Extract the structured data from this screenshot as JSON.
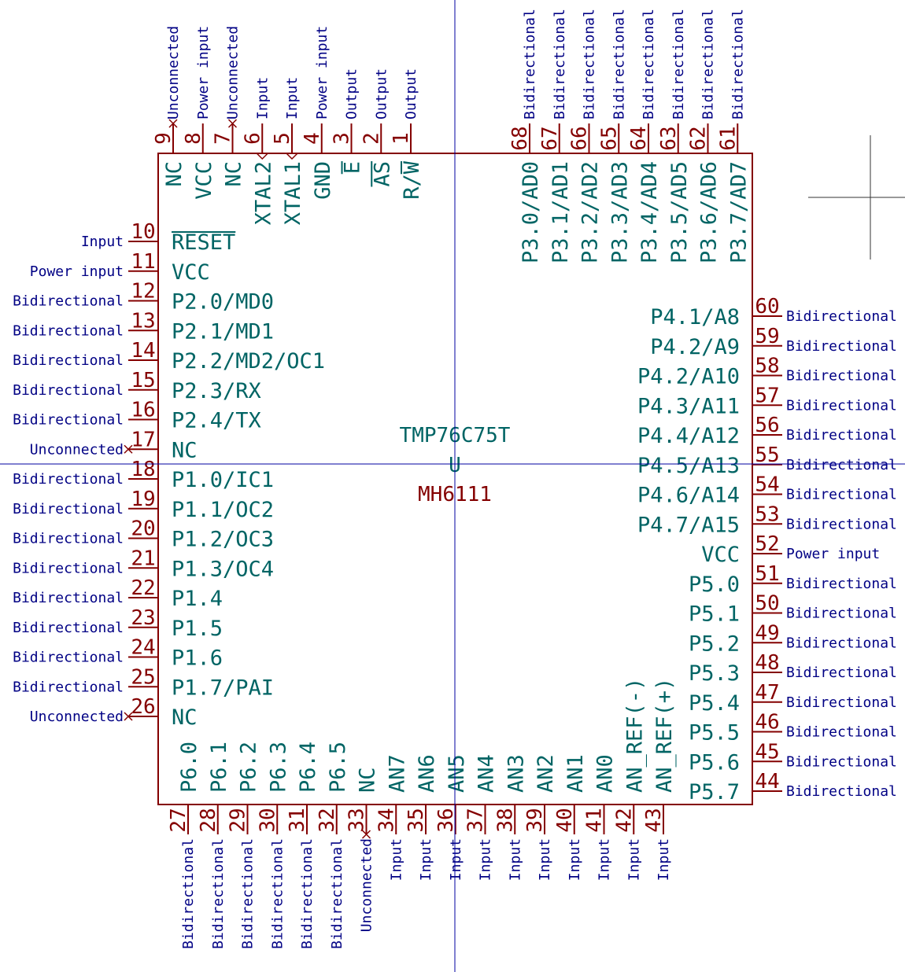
{
  "component": {
    "value": "TMP76C75T",
    "unit": "U",
    "reference": "MH6111"
  },
  "colors": {
    "body": "#840000",
    "pin_name": "#006464",
    "pin_number": "#840000",
    "pin_type": "#000084",
    "cursor": "#0000a0"
  },
  "pins": {
    "top": [
      {
        "num": "9",
        "name": "NC",
        "type": "Unconnected",
        "nc": true
      },
      {
        "num": "8",
        "name": "VCC",
        "type": "Power input"
      },
      {
        "num": "7",
        "name": "NC",
        "type": "Unconnected",
        "nc": true
      },
      {
        "num": "6",
        "name": "XTAL2",
        "type": "Input",
        "clock": true
      },
      {
        "num": "5",
        "name": "XTAL1",
        "type": "Input",
        "clock": true
      },
      {
        "num": "4",
        "name": "GND",
        "type": "Power input"
      },
      {
        "num": "3",
        "name": "E",
        "bar": "E",
        "type": "Output"
      },
      {
        "num": "2",
        "name": "AS",
        "bar": "AS",
        "type": "Output"
      },
      {
        "num": "1",
        "name": "R/W",
        "bar": "W",
        "type": "Output"
      }
    ],
    "top_right": [
      {
        "num": "68",
        "name": "P3.0/AD0",
        "type": "Bidirectional"
      },
      {
        "num": "67",
        "name": "P3.1/AD1",
        "type": "Bidirectional"
      },
      {
        "num": "66",
        "name": "P3.2/AD2",
        "type": "Bidirectional"
      },
      {
        "num": "65",
        "name": "P3.3/AD3",
        "type": "Bidirectional"
      },
      {
        "num": "64",
        "name": "P3.4/AD4",
        "type": "Bidirectional"
      },
      {
        "num": "63",
        "name": "P3.5/AD5",
        "type": "Bidirectional"
      },
      {
        "num": "62",
        "name": "P3.6/AD6",
        "type": "Bidirectional"
      },
      {
        "num": "61",
        "name": "P3.7/AD7",
        "type": "Bidirectional"
      }
    ],
    "left": [
      {
        "num": "10",
        "name": "RESET",
        "bar": "RESET",
        "type": "Input"
      },
      {
        "num": "11",
        "name": "VCC",
        "type": "Power input"
      },
      {
        "num": "12",
        "name": "P2.0/MD0",
        "type": "Bidirectional"
      },
      {
        "num": "13",
        "name": "P2.1/MD1",
        "type": "Bidirectional"
      },
      {
        "num": "14",
        "name": "P2.2/MD2/OC1",
        "type": "Bidirectional"
      },
      {
        "num": "15",
        "name": "P2.3/RX",
        "type": "Bidirectional"
      },
      {
        "num": "16",
        "name": "P2.4/TX",
        "type": "Bidirectional"
      },
      {
        "num": "17",
        "name": "NC",
        "type": "Unconnected",
        "nc": true
      },
      {
        "num": "18",
        "name": "P1.0/IC1",
        "type": "Bidirectional"
      },
      {
        "num": "19",
        "name": "P1.1/OC2",
        "type": "Bidirectional"
      },
      {
        "num": "20",
        "name": "P1.2/OC3",
        "type": "Bidirectional"
      },
      {
        "num": "21",
        "name": "P1.3/OC4",
        "type": "Bidirectional"
      },
      {
        "num": "22",
        "name": "P1.4",
        "type": "Bidirectional"
      },
      {
        "num": "23",
        "name": "P1.5",
        "type": "Bidirectional"
      },
      {
        "num": "24",
        "name": "P1.6",
        "type": "Bidirectional"
      },
      {
        "num": "25",
        "name": "P1.7/PAI",
        "type": "Bidirectional"
      },
      {
        "num": "26",
        "name": "NC",
        "type": "Unconnected",
        "nc": true
      }
    ],
    "right": [
      {
        "num": "60",
        "name": "P4.1/A8",
        "type": "Bidirectional"
      },
      {
        "num": "59",
        "name": "P4.2/A9",
        "type": "Bidirectional"
      },
      {
        "num": "58",
        "name": "P4.2/A10",
        "type": "Bidirectional"
      },
      {
        "num": "57",
        "name": "P4.3/A11",
        "type": "Bidirectional"
      },
      {
        "num": "56",
        "name": "P4.4/A12",
        "type": "Bidirectional"
      },
      {
        "num": "55",
        "name": "P4.5/A13",
        "type": "Bidirectional"
      },
      {
        "num": "54",
        "name": "P4.6/A14",
        "type": "Bidirectional"
      },
      {
        "num": "53",
        "name": "P4.7/A15",
        "type": "Bidirectional"
      },
      {
        "num": "52",
        "name": "VCC",
        "type": "Power input"
      },
      {
        "num": "51",
        "name": "P5.0",
        "type": "Bidirectional"
      },
      {
        "num": "50",
        "name": "P5.1",
        "type": "Bidirectional"
      },
      {
        "num": "49",
        "name": "P5.2",
        "type": "Bidirectional"
      },
      {
        "num": "48",
        "name": "P5.3",
        "type": "Bidirectional"
      },
      {
        "num": "47",
        "name": "P5.4",
        "type": "Bidirectional"
      },
      {
        "num": "46",
        "name": "P5.5",
        "type": "Bidirectional"
      },
      {
        "num": "45",
        "name": "P5.6",
        "type": "Bidirectional"
      },
      {
        "num": "44",
        "name": "P5.7",
        "type": "Bidirectional"
      }
    ],
    "bottom": [
      {
        "num": "27",
        "name": "P6.0",
        "type": "Bidirectional"
      },
      {
        "num": "28",
        "name": "P6.1",
        "type": "Bidirectional"
      },
      {
        "num": "29",
        "name": "P6.2",
        "type": "Bidirectional"
      },
      {
        "num": "30",
        "name": "P6.3",
        "type": "Bidirectional"
      },
      {
        "num": "31",
        "name": "P6.4",
        "type": "Bidirectional"
      },
      {
        "num": "32",
        "name": "P6.5",
        "type": "Bidirectional"
      },
      {
        "num": "33",
        "name": "NC",
        "type": "Unconnected",
        "nc": true
      },
      {
        "num": "34",
        "name": "AN7",
        "type": "Input"
      },
      {
        "num": "35",
        "name": "AN6",
        "type": "Input"
      },
      {
        "num": "36",
        "name": "AN5",
        "type": "Input"
      },
      {
        "num": "37",
        "name": "AN4",
        "type": "Input"
      },
      {
        "num": "38",
        "name": "AN3",
        "type": "Input"
      },
      {
        "num": "39",
        "name": "AN2",
        "type": "Input"
      },
      {
        "num": "40",
        "name": "AN1",
        "type": "Input"
      },
      {
        "num": "41",
        "name": "AN0",
        "type": "Input"
      },
      {
        "num": "42",
        "name": "AN_REF(-)",
        "type": "Input"
      },
      {
        "num": "43",
        "name": "AN_REF(+)",
        "type": "Input"
      }
    ]
  }
}
